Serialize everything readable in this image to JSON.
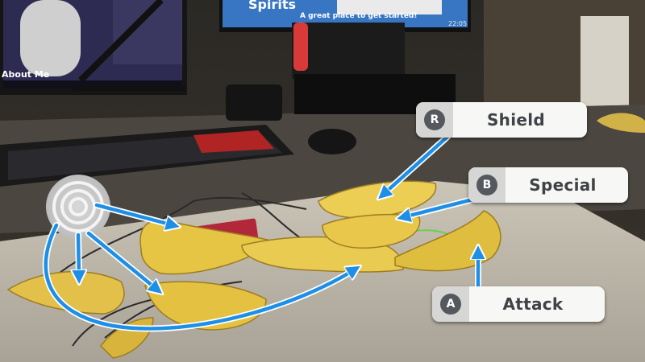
{
  "scene": {
    "palette": {
      "arrow": "#1e8fe6",
      "arrow_outline": "#ffffff",
      "banana": "#e9c64a",
      "table": "#cfc9bd",
      "label_bg": "#f7f7f5",
      "label_text": "#3f4246"
    }
  },
  "labels": {
    "shield": {
      "button": "R",
      "text": "Shield"
    },
    "special": {
      "button": "B",
      "text": "Special"
    },
    "attack": {
      "button": "A",
      "text": "Attack"
    }
  },
  "background": {
    "monitor_title": "Spirits",
    "monitor_subtitle": "A great place to get started!",
    "monitor_clock": "22:05",
    "left_monitor_text": "About Me"
  }
}
